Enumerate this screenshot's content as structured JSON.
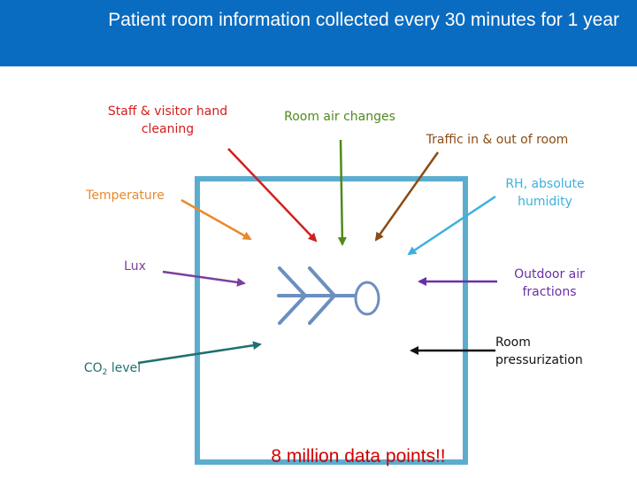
{
  "header": {
    "title": "Patient room information collected every 30 minutes for 1 year",
    "background": "#0a6cc0"
  },
  "labels": {
    "hand_cleaning": "Staff & visitor hand cleaning",
    "air_changes": "Room air changes",
    "traffic": "Traffic in & out of room",
    "temperature": "Temperature",
    "humidity": "RH, absolute humidity",
    "lux": "Lux",
    "outdoor_air": "Outdoor air fractions",
    "pressurization": "Room pressurization",
    "co2_prefix": "CO",
    "co2_sub": "2",
    "co2_suffix": " level"
  },
  "footer": {
    "text": "8 million data points!!"
  },
  "colors": {
    "room_border": "#5badd0",
    "patient_figure": "#6b8fbf",
    "hand_cleaning": "#d21f1f",
    "air_changes": "#4f8a1c",
    "traffic": "#8b4c14",
    "temperature": "#e88a2a",
    "humidity": "#3db0e0",
    "lux": "#7a3f9e",
    "outdoor_air": "#6a2fa8",
    "pressurization": "#111111",
    "co2": "#1e7070"
  }
}
